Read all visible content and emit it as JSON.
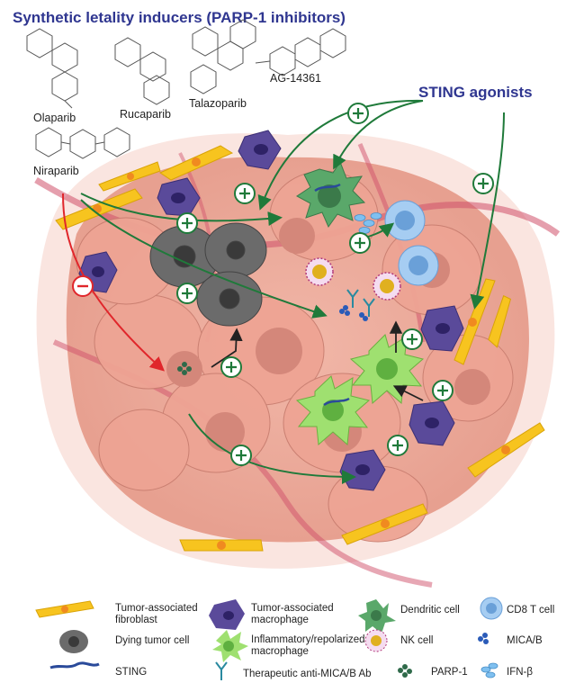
{
  "title": "Synthetic letality inducers (PARP-1 inhibitors)",
  "drugs": [
    "Olaparib",
    "Rucaparib",
    "Talazoparib",
    "AG-14361",
    "Niraparib"
  ],
  "sting_agonists_label": "STING agonists",
  "legend": {
    "fibroblast": "Tumor-associated fibroblast",
    "tam": "Tumor-associated macrophage",
    "dendritic": "Dendritic cell",
    "cd8": "CD8 T cell",
    "dying": "Dying tumor cell",
    "inflammatory": "Inflammatory/repolarized macrophage",
    "nk": "NK cell",
    "mica": "MICA/B",
    "sting": "STING",
    "antibody": "Therapeutic anti-MICA/B Ab",
    "parp": "PARP-1",
    "ifn": "IFN-β"
  },
  "colors": {
    "title": "#2f3690",
    "activation": "#1f7a3a",
    "inhibition": "#e0262b",
    "tumor_cell": "#e9a89a",
    "fibroblast": "#f5c518",
    "macrophage": "#5a4a9a",
    "dendritic": "#5aa86a",
    "inflammatory": "#9fe070",
    "cd8": "#7fb4e6"
  },
  "icons": [
    "plus-circle-icon",
    "minus-circle-icon",
    "arrow-icon"
  ]
}
